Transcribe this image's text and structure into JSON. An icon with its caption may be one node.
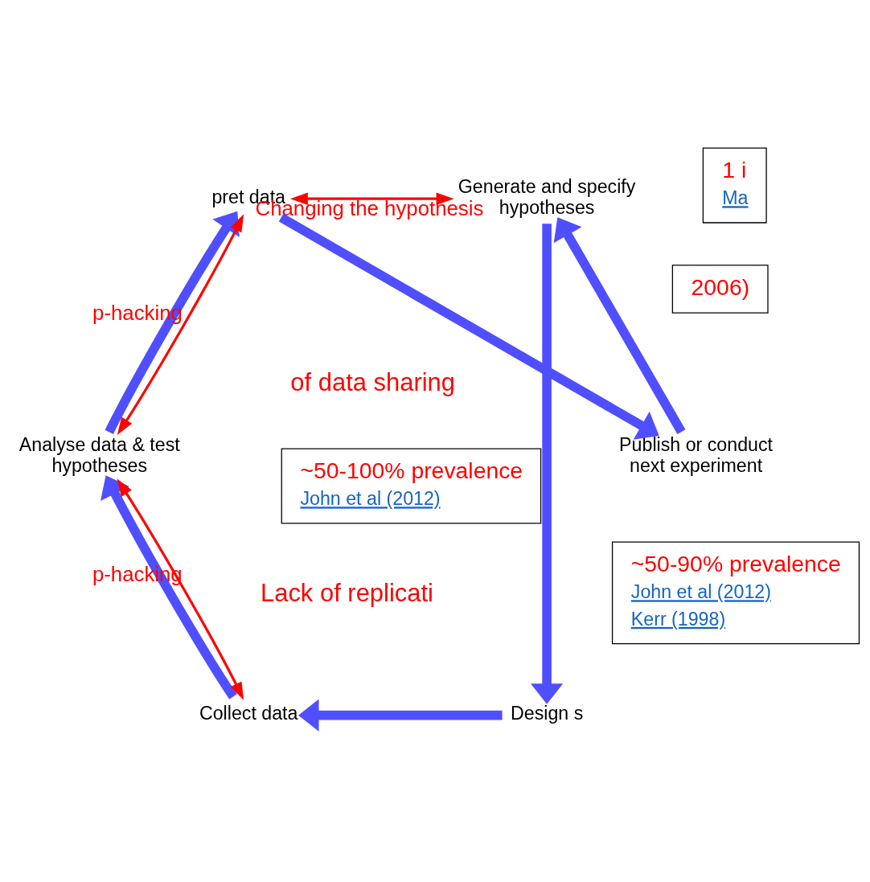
{
  "diagram": {
    "nodes": [
      {
        "text": [
          "Generate and specify hypotheses"
        ]
      },
      {
        "text": [
          "Design s"
        ]
      },
      {
        "text": [
          "Collect data"
        ]
      },
      {
        "text": [
          "Analyse data & test hypotheses"
        ]
      },
      {
        "text": [
          "pret data"
        ]
      },
      {
        "text": [
          "Publish or conduct next experiment"
        ]
      },
      {
        "text": [
          "2006)"
        ]
      },
      {
        "text": [
          "1 i",
          "Ma"
        ]
      },
      {
        "text": [
          "~50-90% prevalence",
          "John et al (2012)",
          "Kerr (1998)"
        ]
      },
      {
        "text": [
          "~50-100% prevalence",
          "John et al (2012)"
        ]
      }
    ],
    "edges": [
      {
        "from": 5,
        "to": 0,
        "arrow": "to"
      },
      {
        "from": 0,
        "to": 1,
        "arrow": "to"
      },
      {
        "from": 1,
        "to": 2,
        "arrow": "to"
      },
      {
        "from": 2,
        "to": 3,
        "arrow": "to"
      },
      {
        "from": 3,
        "to": 4,
        "arrow": "to"
      },
      {
        "from": 4,
        "to": 5,
        "arrow": "to"
      },
      {
        "from": 0,
        "to": 4,
        "arrow": "both",
        "label": "Changing the hypothesis",
        "color": "#ff0000"
      },
      {
        "from": 4,
        "to": 3,
        "arrow": "both",
        "label": "p-hacking",
        "color": "#ff0000"
      },
      {
        "from": 3,
        "to": 2,
        "arrow": "both",
        "label": "p-hacking",
        "color": "#ff0000"
      }
    ],
    "labels": [
      "of data sharing",
      "Lack of replicati"
    ]
  }
}
